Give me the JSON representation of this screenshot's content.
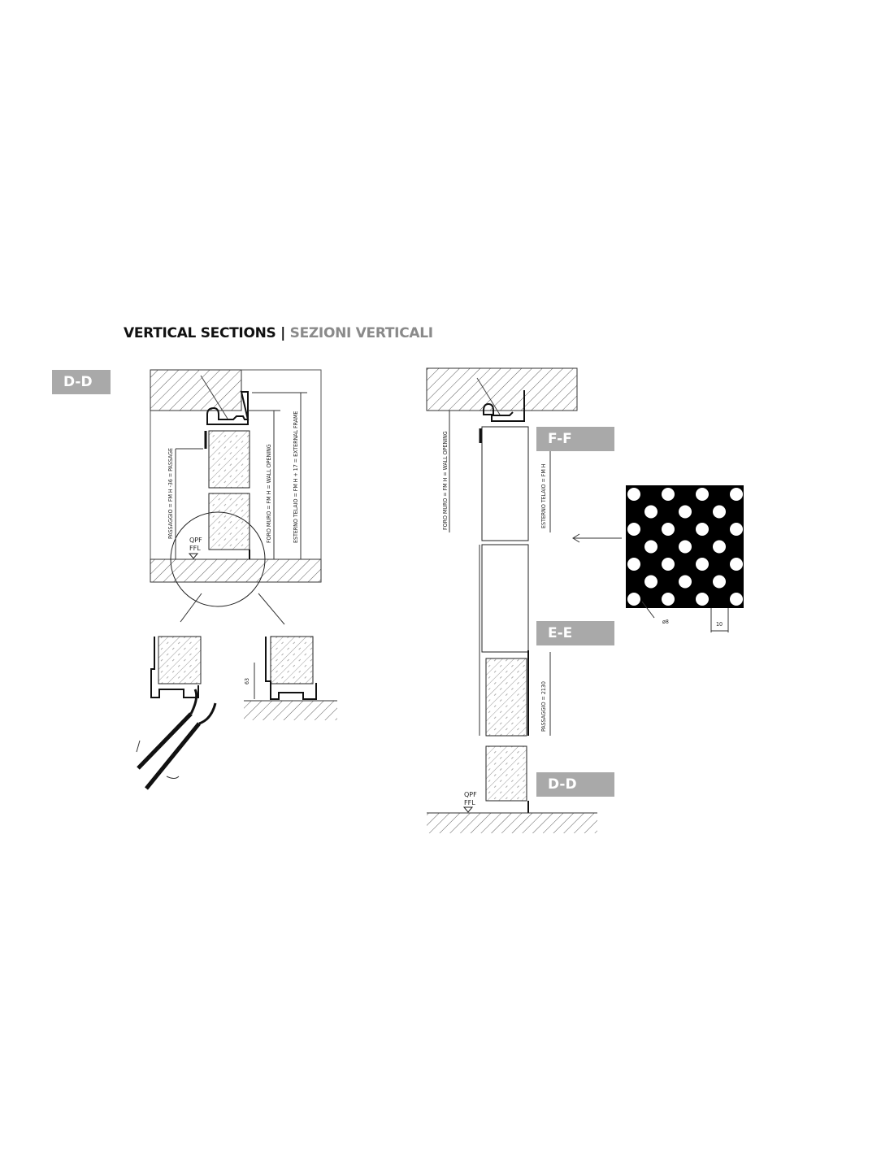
{
  "header": {
    "title_main": "VERTICAL SECTIONS |",
    "title_sub": "SEZIONI VERTICALI"
  },
  "badges": {
    "dd_left": "D-D",
    "ff": "F-F",
    "ee": "E-E",
    "dd_right": "D-D"
  },
  "left_section": {
    "passage": "PASSAGGIO = FM H -36 = PASSAGE",
    "wall_opening": "FORO MURO = FM H = WALL OPENING",
    "external_frame": "ESTERNO TELAIO = FM H + 17 = EXTERNAL FRAME",
    "floor_level_1": "QPF",
    "floor_level_2": "FFL",
    "detail_dim": "63"
  },
  "right_section": {
    "wall_opening": "FORO MURO = FM H = WALL OPENING",
    "external_frame": "ESTERNO TELAIO = FM H",
    "passage": "PASSAGGIO = 2130",
    "floor_level_1": "QPF",
    "floor_level_2": "FFL"
  },
  "perforated_panel": {
    "hole_diameter": "ø8",
    "pitch": "10"
  },
  "colors": {
    "badge": "#a9a9a9",
    "title_sub": "#8a8a8a"
  }
}
